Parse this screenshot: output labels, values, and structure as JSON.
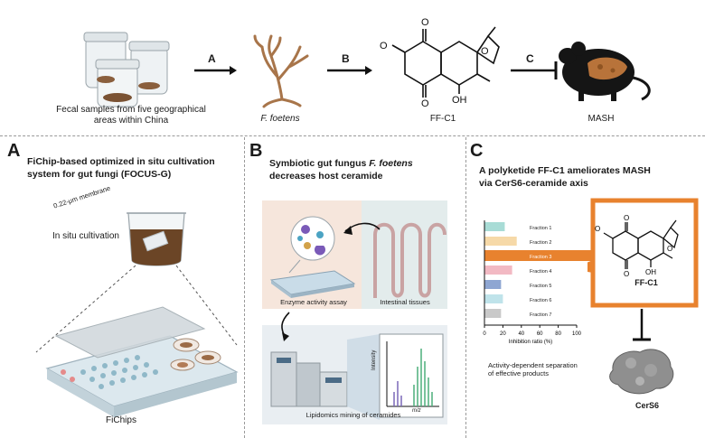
{
  "top": {
    "fecal_label": "Fecal samples from five geographical areas within China",
    "fungus_label": "F. foetens",
    "compound_label": "FF-C1",
    "disease_label": "MASH",
    "arrow_a": "A",
    "arrow_b": "B",
    "arrow_c": "C"
  },
  "panelA": {
    "letter": "A",
    "title_line1": "FiChip-based optimized in situ cultivation",
    "title_line2": "system for gut fungi (FOCUS-G)",
    "in_situ_label": "In situ cultivation",
    "membrane_label": "0.22-μm membrane",
    "fichips_label": "FiChips"
  },
  "panelB": {
    "letter": "B",
    "title_prefix": "Symbiotic gut fungus ",
    "title_italic": "F. foetens",
    "title_line2": "decreases host ceramide",
    "enzyme_label": "Enzyme activity assay",
    "tissue_label": "Intestinal tissues",
    "lipid_label": "Lipidomics mining of ceramides",
    "y_axis": "Intensity",
    "x_axis": "m/z"
  },
  "panelC": {
    "letter": "C",
    "title_line1": "A polyketide FF-C1 ameliorates MASH",
    "title_line2": "via CerS6-ceramide axis",
    "compound_label": "FF-C1",
    "protein_label": "CerS6",
    "separation_line1": "Activity-dependent separation",
    "separation_line2": "of effective products"
  },
  "chart_data": {
    "type": "bar",
    "orientation": "horizontal",
    "categories": [
      "Fraction 1",
      "Fraction 2",
      "Fraction 3",
      "Fraction 4",
      "Fraction 5",
      "Fraction 6",
      "Fraction 7"
    ],
    "values": [
      22,
      35,
      90,
      30,
      18,
      20,
      18
    ],
    "colors": [
      "#a8dcd6",
      "#f6d9a8",
      "#e8822e",
      "#f2b9c3",
      "#8ea6d2",
      "#bfe3ea",
      "#c9c9c9"
    ],
    "xlabel": "Inhibition ratio (%)",
    "xticks": [
      "0",
      "20",
      "40",
      "60",
      "80",
      "100"
    ],
    "xlim": [
      0,
      100
    ],
    "highlight_index": 2
  }
}
